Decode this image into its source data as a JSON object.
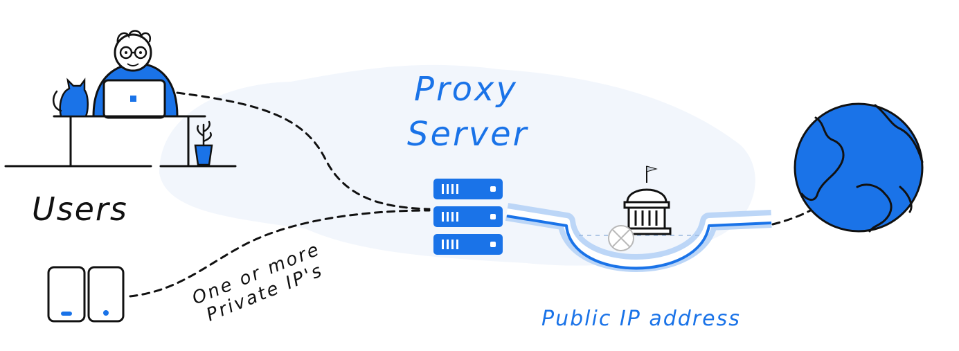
{
  "labels": {
    "users": "Users",
    "proxy_line1": "Proxy",
    "proxy_line2": "Server",
    "private_line1": "One or more",
    "private_line2": "Private IP's",
    "public_ip": "Public IP address"
  },
  "colors": {
    "accent": "#1a73e8",
    "accent_light": "#bcd6f7",
    "ink": "#111111",
    "cloud": "#f2f6fc",
    "white": "#ffffff"
  }
}
